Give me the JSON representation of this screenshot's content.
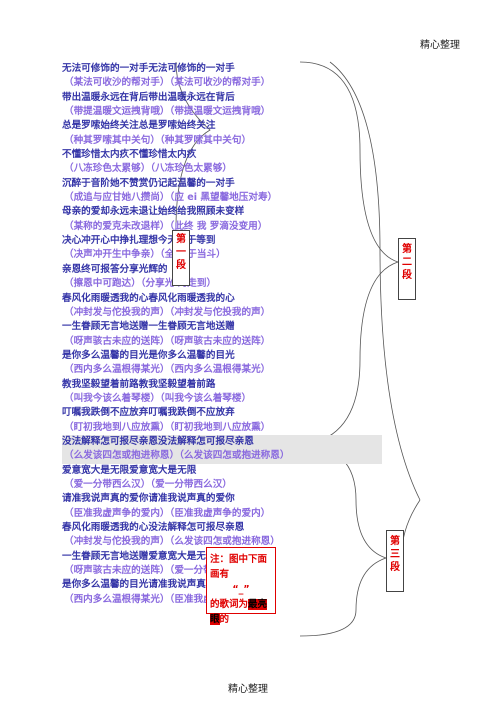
{
  "header": "精心整理",
  "footer": "精心整理",
  "lyrics": [
    {
      "t": "无法可修饰的一对手无法可修饰的一对手",
      "k": "main"
    },
    {
      "t": "（某法可收沙的帮对手）（某法可收沙的帮对手）",
      "k": "sub"
    },
    {
      "t": "带出温暖永远在背后带出温暖永远在背后",
      "k": "main"
    },
    {
      "t": "（带提温暖文运拽背哦）（带提温暖文运拽背哦）",
      "k": "sub"
    },
    {
      "t": "总是罗嗦始终关注总是罗嗦始终关注",
      "k": "main"
    },
    {
      "t": "（种其罗嗦其中关句）（种其罗嗦其中关句）",
      "k": "sub"
    },
    {
      "t": "不懂珍惜太内疚不懂珍惜太内疚",
      "k": "main"
    },
    {
      "t": "（八冻珍色太累够）（八冻珍色太累够）",
      "k": "sub"
    },
    {
      "t": "沉醉于音阶她不赞赏仍记起温馨的一对手",
      "k": "main"
    },
    {
      "t": "（成追与应甘她八攒尚）（应 ei 黑望馨地压对寿）",
      "k": "sub"
    },
    {
      "t": "母亲的爱却永远未退让始终给我照顾未变样",
      "k": "main"
    },
    {
      "t": "（某称的爱克未改退样）（此终 我 罗滴没变用）",
      "k": "sub"
    },
    {
      "t": "决心冲开心中挣扎理想今天终于等到",
      "k": "main"
    },
    {
      "t": "（决声冲开生中争亲）（全型  于当斗）",
      "k": "sub"
    },
    {
      "t": "亲恩终可报答分享光辉的",
      "k": "main"
    },
    {
      "t": "（擦恩中可跑达）（分享光 的走到）",
      "k": "sub"
    },
    {
      "t": "春风化雨暖透我的心春风化雨暖透我的心",
      "k": "main"
    },
    {
      "t": "（冲封发与佗投我的声）（冲封发与佗投我的声）",
      "k": "sub"
    },
    {
      "t": "一生眷顾无言地送赠一生眷顾无言地送赠",
      "k": "main"
    },
    {
      "t": "（呀声骇古未应的送阵）（呀声骇古未应的送阵）",
      "k": "sub"
    },
    {
      "t": "是你多么温馨的目光是你多么温馨的目光",
      "k": "main"
    },
    {
      "t": "（西内多么温根得某光）（西内多么温根得某光）",
      "k": "sub"
    },
    {
      "t": "教我坚毅望着前路教我坚毅望着前路",
      "k": "main"
    },
    {
      "t": "（叫我今该么着琴楼）（叫我今该么着琴楼）",
      "k": "sub"
    },
    {
      "t": "叮嘱我跌倒不应放弃叮嘱我跌倒不应放弃",
      "k": "main"
    },
    {
      "t": "（盯初我地到八应放熏）（盯初我地到八应放熏）",
      "k": "sub"
    },
    {
      "t": "没法解释怎可报尽亲恩没法解释怎可报尽亲恩",
      "k": "main",
      "shade": true
    },
    {
      "t": "（么发该四怎或抱进称恩）（么发该四怎或抱进称恩）",
      "k": "sub",
      "shade": true
    },
    {
      "t": "爱意宽大是无限爱意宽大是无限",
      "k": "main"
    },
    {
      "t": "（爱一分带西么汉）（爱一分带西么汉）",
      "k": "sub"
    },
    {
      "t": "请准我说声真的爱你请准我说声真的爱你",
      "k": "main"
    },
    {
      "t": "（臣准我虚声争的爱内）（臣准我虚声争的爱内）",
      "k": "sub"
    },
    {
      "t": "春风化雨暖透我的心没法解释怎可报尽亲恩",
      "k": "main"
    },
    {
      "t": "（冲封发与佗投我的声）（么发该四怎或抱进称恩）",
      "k": "sub"
    },
    {
      "t": "一生眷顾无言地送赠爱意宽大是无限",
      "k": "main"
    },
    {
      "t": "（呀声骇古未应的送阵）（爱一分带西么汉）",
      "k": "sub"
    },
    {
      "t": "是你多么温馨的目光请准我说声真的爱你",
      "k": "main"
    },
    {
      "t": "（西内多么温根得某光）（臣准我虚声争的爱内）",
      "k": "sub"
    }
  ],
  "labels": {
    "first": "第一段",
    "second": "第二段",
    "third": "第三段"
  },
  "note": {
    "line1": "注：图中下面画有",
    "line2": "“_”",
    "line3a": "的歌词为",
    "line3b": "最亮眼",
    "line3c": "的"
  },
  "colors": {
    "lyric_main": "#3636a8",
    "lyric_sub": "#8a6adf",
    "label_red": "#e00000"
  }
}
